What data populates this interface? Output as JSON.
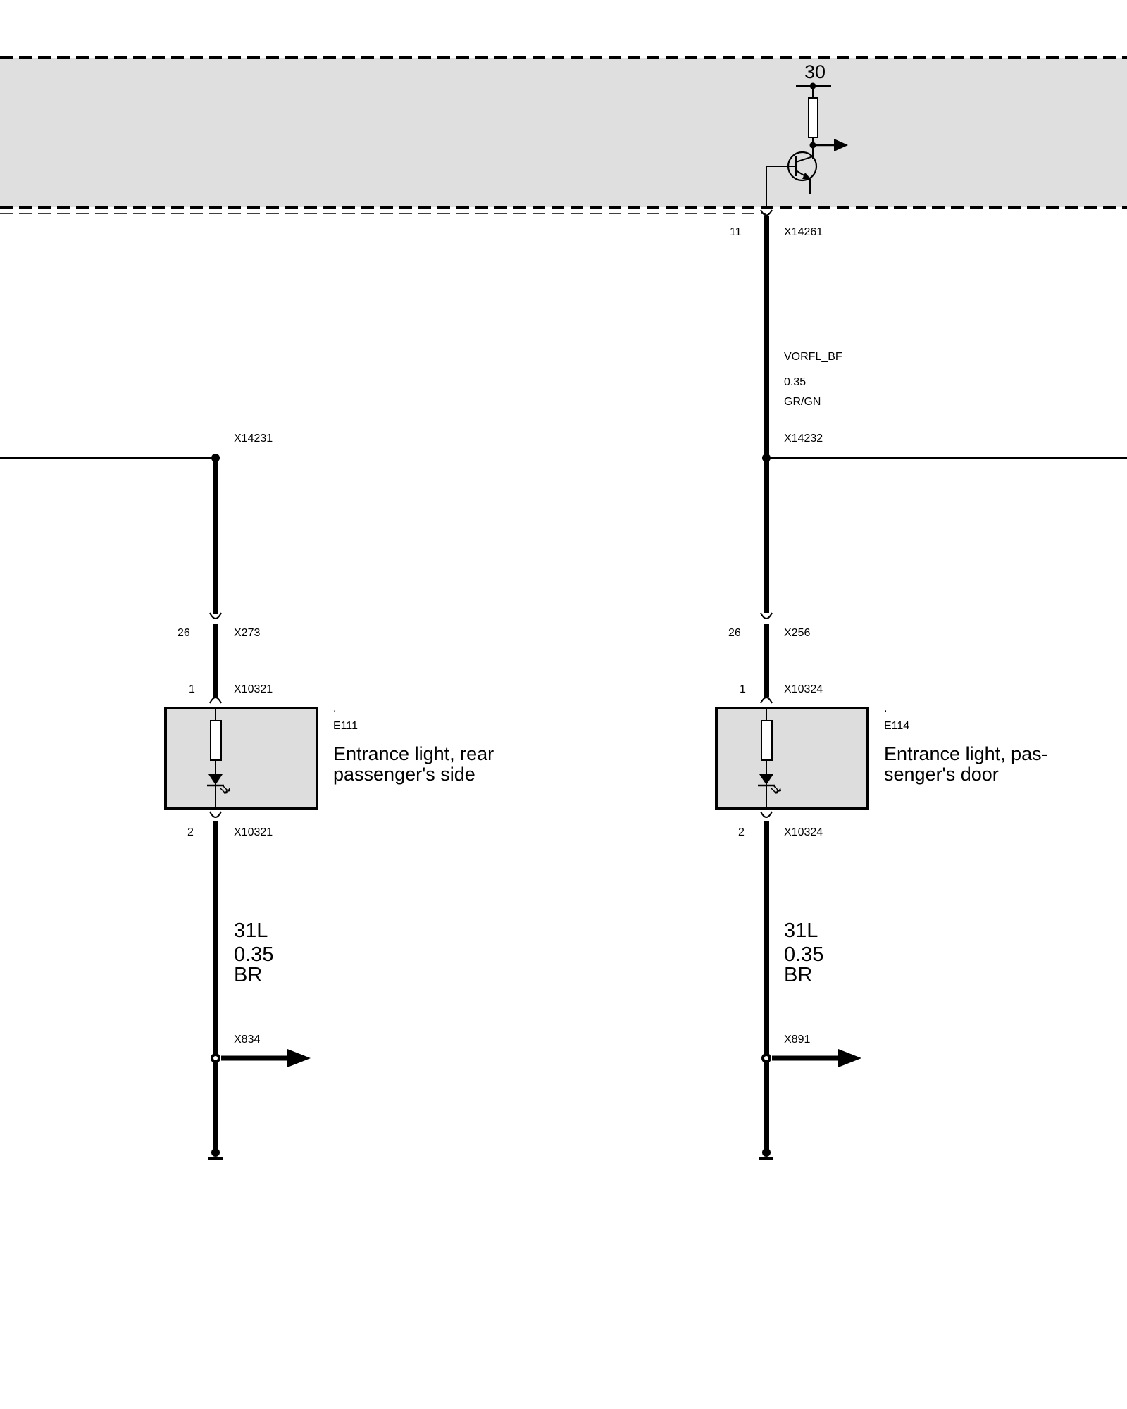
{
  "control_unit": {
    "supply_terminal": "30",
    "output_pin": "11",
    "output_connector": "X14261"
  },
  "signal_wire": {
    "name": "VORFL_BF",
    "cross_section": "0.35",
    "color": "GR/GN"
  },
  "left_branch": {
    "splice": "X14231",
    "connector_pin": "26",
    "connector": "X273",
    "device_pin_in": "1",
    "device_connector_in": "X10321",
    "device_dot": ".",
    "device_id": "E111",
    "device_name_line1": "Entrance light, rear",
    "device_name_line2": "passenger's side",
    "device_pin_out": "2",
    "device_connector_out": "X10321",
    "ground_name": "31L",
    "ground_cross_section": "0.35",
    "ground_color": "BR",
    "ground_connector": "X834"
  },
  "right_branch": {
    "splice": "X14232",
    "connector_pin": "26",
    "connector": "X256",
    "device_pin_in": "1",
    "device_connector_in": "X10324",
    "device_dot": ".",
    "device_id": "E114",
    "device_name_line1": "Entrance light, pas-",
    "device_name_line2": "senger's door",
    "device_pin_out": "2",
    "device_connector_out": "X10324",
    "ground_name": "31L",
    "ground_cross_section": "0.35",
    "ground_color": "BR",
    "ground_connector": "X891"
  }
}
